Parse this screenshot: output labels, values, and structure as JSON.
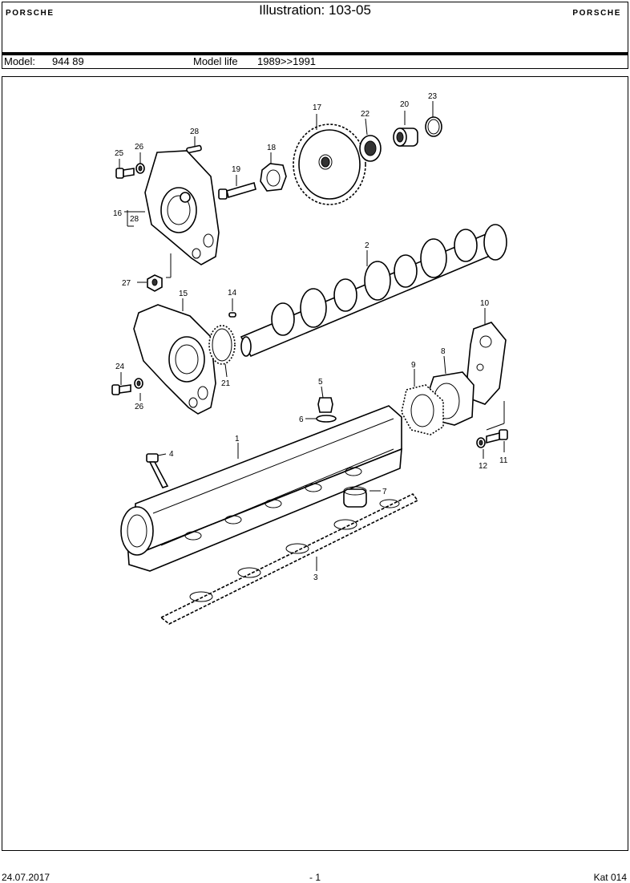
{
  "header": {
    "brand_left": "PORSCHE",
    "brand_right": "PORSCHE",
    "title": "Illustration: 103-05"
  },
  "model": {
    "model_label": "Model:",
    "model_value": "944 89",
    "life_label": "Model life",
    "life_value": "1989>>1991"
  },
  "callouts": {
    "c1": "1",
    "c2": "2",
    "c3": "3",
    "c4": "4",
    "c5": "5",
    "c6": "6",
    "c7": "7",
    "c8": "8",
    "c9": "9",
    "c10": "10",
    "c11": "11",
    "c12": "12",
    "c14": "14",
    "c15": "15",
    "c16": "16",
    "c17": "17",
    "c18": "18",
    "c19": "19",
    "c20": "20",
    "c21": "21",
    "c22": "22",
    "c23": "23",
    "c24": "24",
    "c25": "25",
    "c26a": "26",
    "c26b": "26",
    "c27": "27",
    "c28a": "28",
    "c28b": "28"
  },
  "footer": {
    "date": "24.07.2017",
    "page": "- 1",
    "catalog": "Kat 014"
  }
}
